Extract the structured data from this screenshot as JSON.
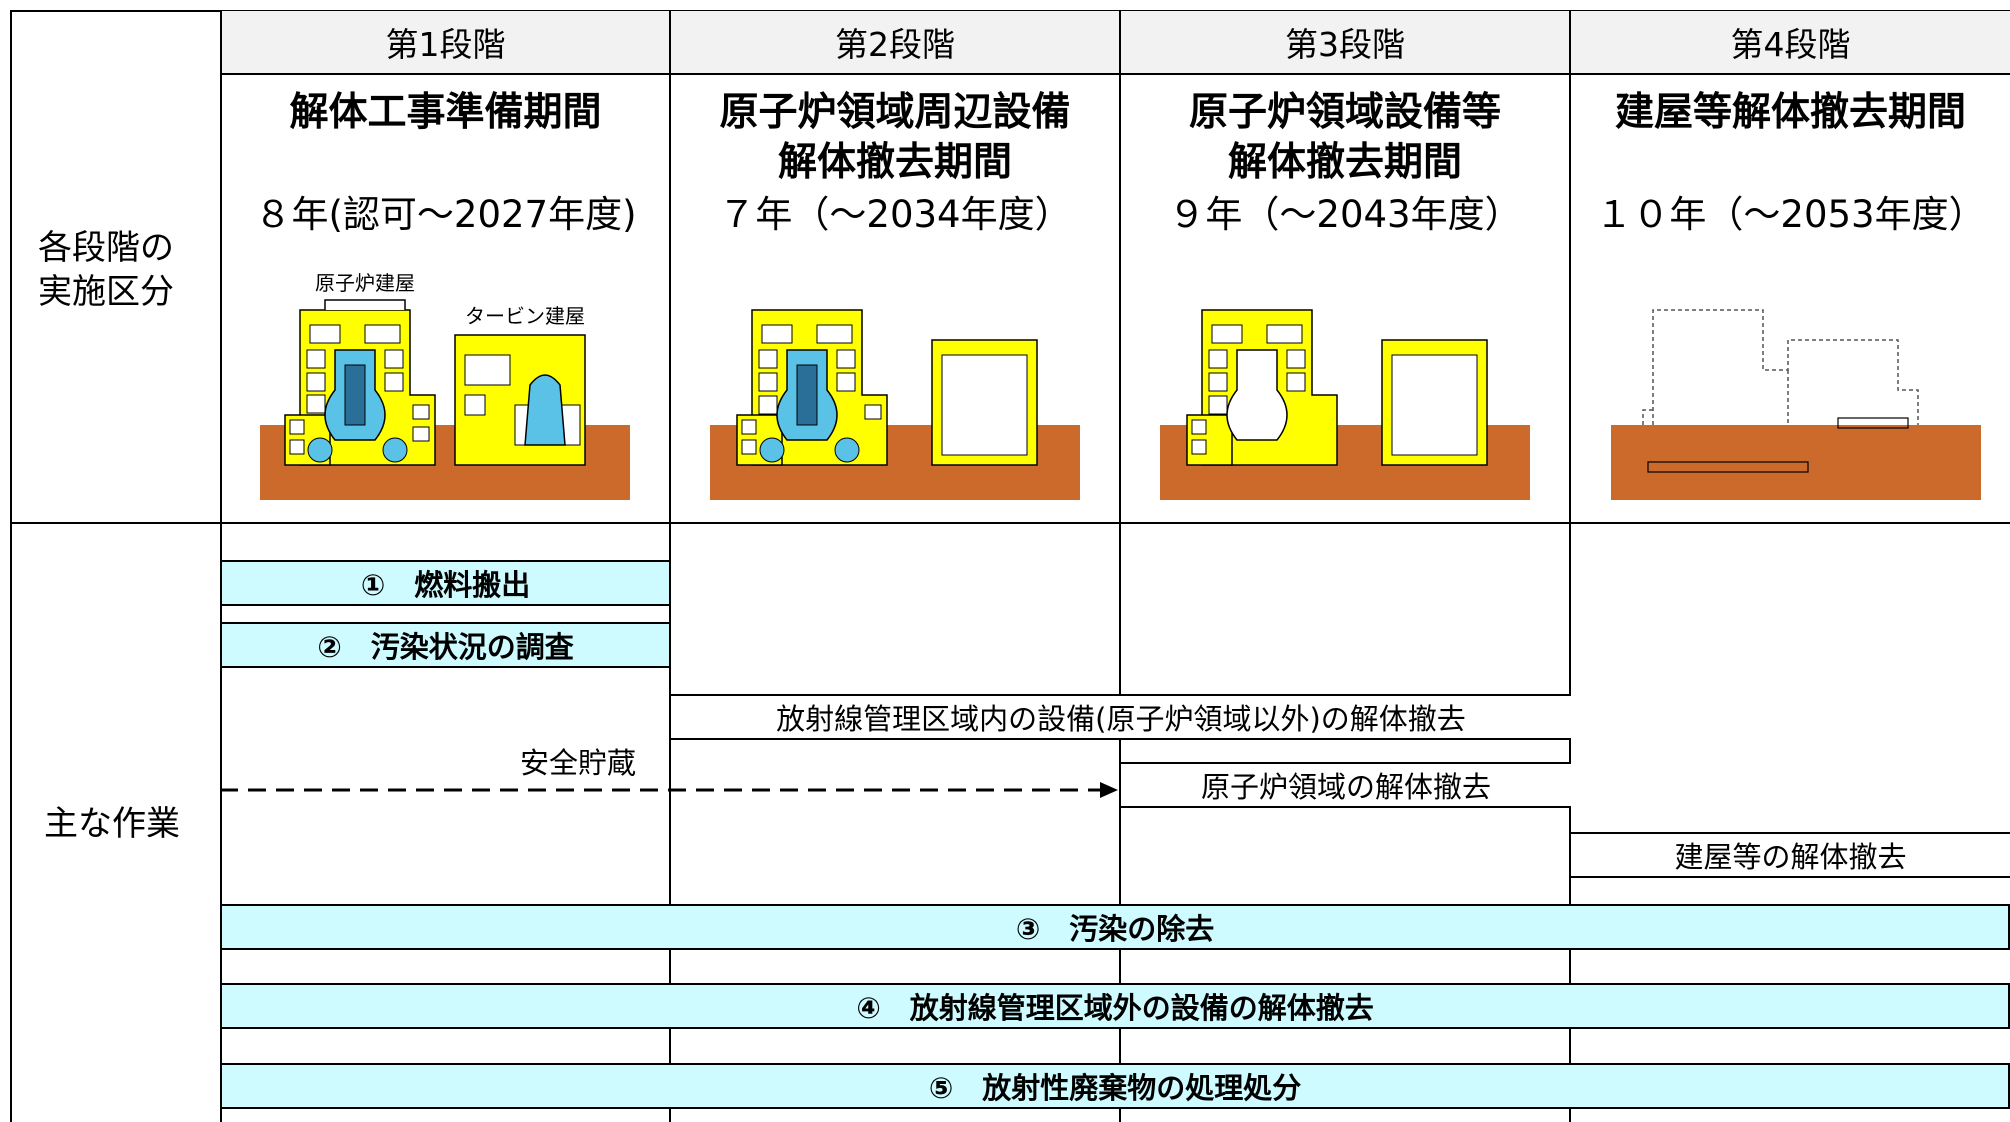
{
  "row_labels": {
    "stage_division": "各段階の\n実施区分",
    "main_work": "主な作業"
  },
  "stages": [
    {
      "header": "第1段階",
      "title": "解体工事準備期間",
      "duration": "８年(認可～2027年度)"
    },
    {
      "header": "第2段階",
      "title": "原子炉領域周辺設備\n解体撤去期間",
      "duration": "７年（～2034年度）"
    },
    {
      "header": "第3段階",
      "title": "原子炉領域設備等\n解体撤去期間",
      "duration": "９年（～2043年度）"
    },
    {
      "header": "第4段階",
      "title": "建屋等解体撤去期間",
      "duration": "１０年（～2053年度）"
    }
  ],
  "illustration_labels": {
    "reactor_building": "原子炉建屋",
    "turbine_building": "タービン建屋"
  },
  "tasks": {
    "fuel_removal": "①　燃料搬出",
    "contamination_survey": "②　汚染状況の調査",
    "safe_storage": "安全貯蔵",
    "non_reactor_dismantle": "放射線管理区域内の設備(原子炉領域以外)の解体撤去",
    "reactor_dismantle": "原子炉領域の解体撤去",
    "building_dismantle": "建屋等の解体撤去",
    "decontamination": "③　汚染の除去",
    "outside_area_dismantle": "④　放射線管理区域外の設備の解体撤去",
    "waste_disposal": "⑤　放射性廃棄物の処理処分"
  },
  "colors": {
    "header_bg": "#f2f2f2",
    "cyan_bar": "#cdfbff",
    "ground": "#cc6a2c",
    "building_yellow": "#ffff00",
    "reactor_blue": "#5bc2e7"
  }
}
